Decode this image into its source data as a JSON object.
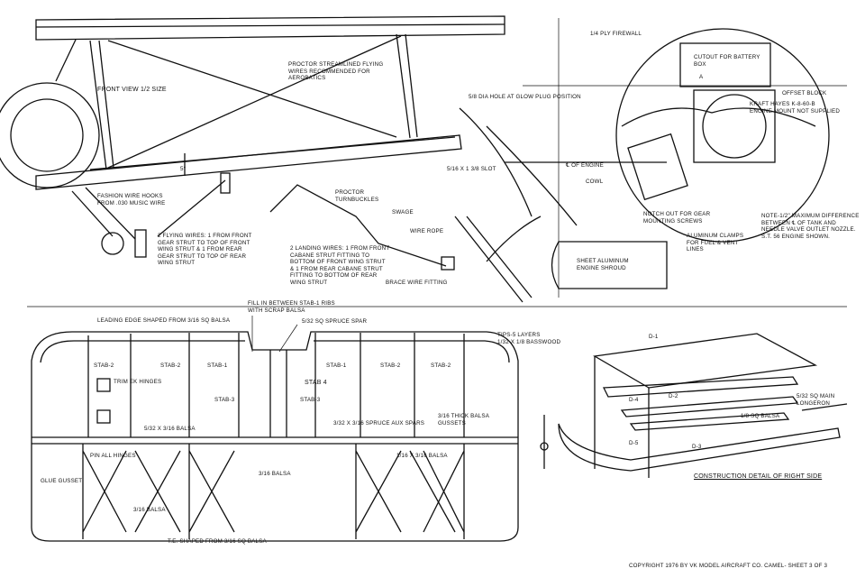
{
  "front_view": {
    "title": "FRONT VIEW 1/2 SIZE",
    "flying_wires_note": "PROCTOR STREAMLINED FLYING\nWIRES RECOMMENDED FOR\nAEROBATICS",
    "dihedral_label": "5°",
    "fashion_wire_note": "FASHION WIRE HOOKS\nFROM .030 MUSIC WIRE",
    "flying_wires_detail": "2 FLYING WIRES: 1 FROM FRONT\nGEAR STRUT TO TOP OF FRONT\nWING STRUT & 1 FROM REAR\nGEAR STRUT TO TOP OF REAR\nWING STRUT",
    "turnbuckles": "PROCTOR\nTURNBUCKLES",
    "swage": "SWAGE",
    "wire_rope": "WIRE ROPE",
    "landing_wires_detail": "2 LANDING WIRES: 1 FROM FRONT\nCABANE STRUT FITTING TO\nBOTTOM OF FRONT WING STRUT\n& 1 FROM REAR CABANE STRUT\nFITTING TO BOTTOM OF REAR\nWING STRUT",
    "brace_wire_fitting": "BRACE WIRE FITTING"
  },
  "engine_detail": {
    "firewall": "1/4 PLY FIREWALL",
    "battery_cutout": "CUTOUT FOR BATTERY\nBOX",
    "glow_plug_hole": "5/8 DIA HOLE AT GLOW PLUG POSITION",
    "offset_block": "OFFSET BLOCK",
    "engine_mount": "KRAFT HAYES K-8-60-B\nENGINE MOUNT NOT SUPPLIED",
    "slot": "5/16 X 1 3/8 SLOT",
    "cl_engine": "℄ OF ENGINE",
    "cowl": "COWL",
    "notch": "NOTCH OUT FOR GEAR\nMOUNTING SCREWS",
    "clamps": "ALUMINUM CLAMPS\nFOR FUEL & VENT\nLINES",
    "note": "NOTE-1/2\" MAXIMUM DIFFERENCE\nBETWEEN ℄ OF TANK AND\nNEEDLE VALVE OUTLET NOZZLE.\nS.T. 56 ENGINE SHOWN.",
    "shroud": "SHEET ALUMINUM\nENGINE SHROUD",
    "dim_a": "A"
  },
  "wing_plan": {
    "leading_edge": "LEADING EDGE SHAPED FROM 3/16 SQ BALSA",
    "fill_note": "FILL IN BETWEEN STAB-1 RIBS\nWITH SCRAP BALSA",
    "spar": "5/32 SQ SPRUCE SPAR",
    "tips": "TIPS-5 LAYERS\n1/32 X 1/8 BASSWOOD",
    "stab2_a": "STAB-2",
    "stab2_b": "STAB-2",
    "stab1_a": "STAB-1",
    "stab1_b": "STAB-1",
    "stab2_c": "STAB-2",
    "stab2_d": "STAB-2",
    "trim_hinges": "TRIM EK HINGES",
    "stab3_a": "STAB-3",
    "stab3_b": "STAB-3",
    "stab4": "STAB 4",
    "balsa_532": "5/32 X 3/16 BALSA",
    "spruce_aux": "3/32 X 3/16 SPRUCE AUX SPARS",
    "thick_gussets": "3/16 THICK BALSA\nGUSSETS",
    "pin_hinges": "PIN ALL HINGES",
    "balsa_116": "1/16 X 3/16 BALSA",
    "balsa_316_a": "3/16 BALSA",
    "glue_gusset": "GLUE GUSSET",
    "balsa_316_b": "3/16 BALSA",
    "te_note": "T.E. SHAPED FROM 3/16 SQ BALSA"
  },
  "construction": {
    "d1": "D-1",
    "d2": "D-2",
    "d3": "D-3",
    "d4": "D-4",
    "d5": "D-5",
    "balsa_18": "1/8 SQ BALSA",
    "main_longeron": "5/32 SQ MAIN\nLONGERON",
    "caption": "CONSTRUCTION DETAIL OF RIGHT SIDE"
  },
  "footer": {
    "copyright": "COPYRIGHT 1976 BY VK MODEL AIRCRAFT CO.  CAMEL- SHEET 3 OF 3"
  }
}
